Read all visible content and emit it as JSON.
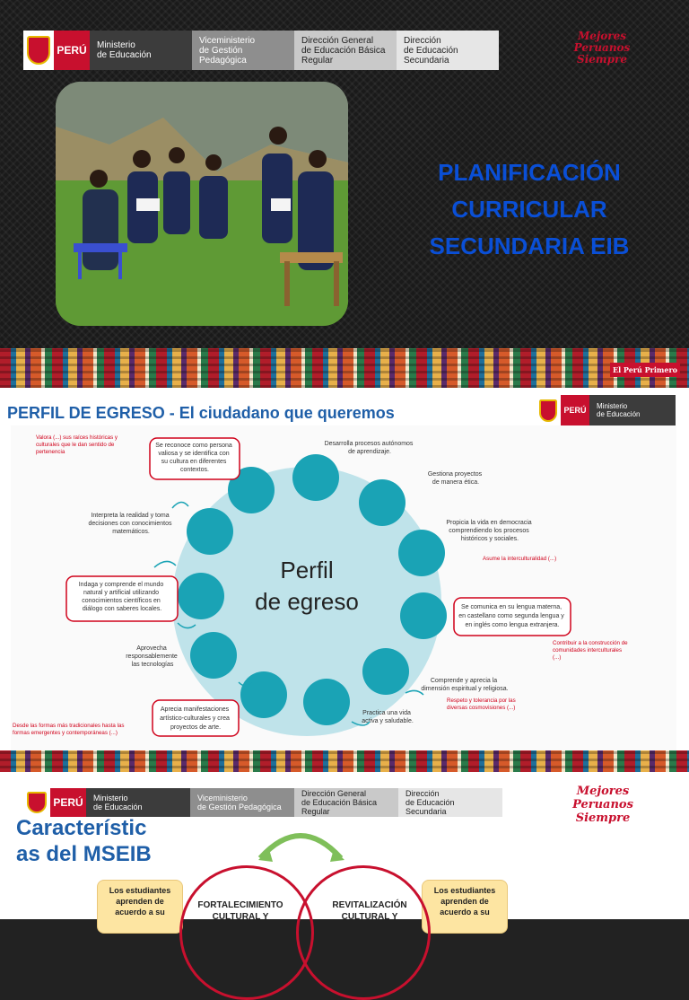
{
  "header": {
    "peru": "PERÚ",
    "ministerio": "Ministerio\nde Educación",
    "viceministerio": "Viceministerio\nde Gestión Pedagógica",
    "direccion_general": "Dirección General\nde Educación Básica\nRegular",
    "direccion": "Dirección\nde Educación Secundaria",
    "mejores": "Mejores\nPeruanos\nSiempre"
  },
  "slide1": {
    "title": "PLANIFICACIÓN CURRICULAR SECUNDARIA EIB",
    "peru_primero": "El Perú Primero"
  },
  "slide2": {
    "title": "PERFIL DE EGRESO - El ciudadano que queremos",
    "center": [
      "Perfil",
      "de egreso"
    ],
    "items": [
      "Se reconoce como persona valiosa y se identifica con su cultura en diferentes contextos.",
      "Desarrolla procesos autónomos de aprendizaje.",
      "Gestiona proyectos de manera ética.",
      "Propicia la vida en democracia comprendiendo los procesos históricos y sociales.",
      "Se comunica en su lengua materna, en castellano como segunda lengua y en inglés como lengua extranjera.",
      "Comprende y aprecia la dimensión espiritual y religiosa.",
      "Practica una vida activa y saludable.",
      "Aprecia manifestaciones artístico-culturales y crea proyectos de arte.",
      "Aprovecha responsablemente las tecnologías",
      "Indaga y comprende el mundo natural y artificial utilizando conocimientos científicos en diálogo con saberes locales.",
      "Interpreta la realidad y toma decisiones con conocimientos matemáticos."
    ],
    "notes": {
      "valora": "Valora (...) sus raíces históricas y culturales que le dan sentido de pertenencia",
      "asume": "Asume la interculturalidad (...)",
      "contribuye": "Contribuir a la construcción de comunidades interculturales (...)",
      "respeto": "Respeto y tolerancia por las diversas cosmovisiones (...)",
      "desde": "Desde las formas más tradicionales hasta las formas emergentes y contemporáneas (...)"
    }
  },
  "slide3": {
    "title": "Característic\nas del MSEIB",
    "left_box": "Los estudiantes\naprenden de\nacuerdo a su",
    "right_box": "Los estudiantes\naprenden de\nacuerdo a su",
    "fortalecimiento": "FORTALECIMIENTO\nCULTURAL Y",
    "revitalizacion": "REVITALIZACIÓN\nCULTURAL Y"
  }
}
